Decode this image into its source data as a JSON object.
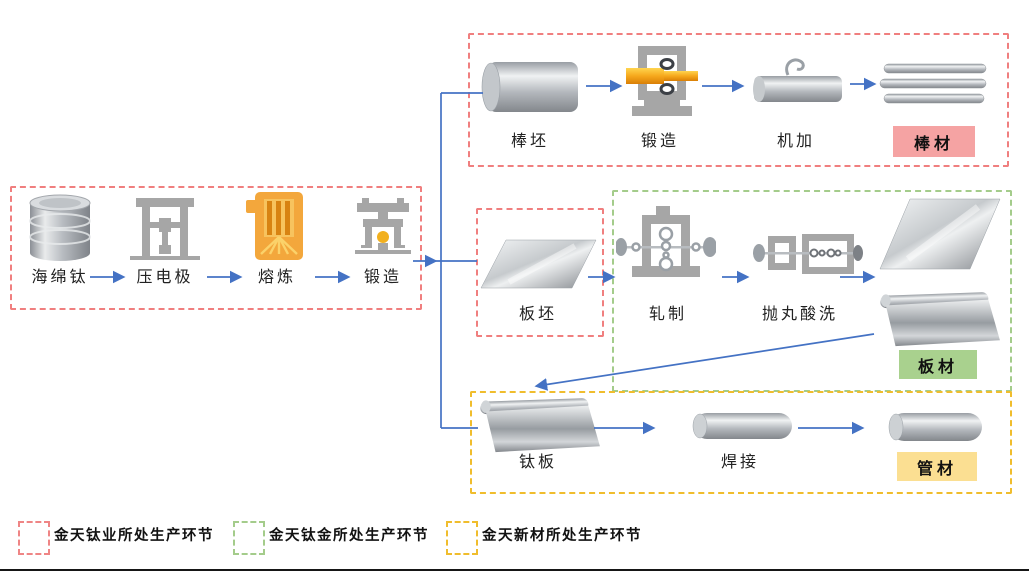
{
  "upstream": {
    "steps": [
      {
        "label": "海绵钛",
        "icon": "drum-icon"
      },
      {
        "label": "压电极",
        "icon": "electrode-press-icon"
      },
      {
        "label": "熔炼",
        "icon": "furnace-icon"
      },
      {
        "label": "锻造",
        "icon": "forging-press-icon"
      }
    ]
  },
  "bar_line": {
    "steps": [
      {
        "label": "棒坯",
        "icon": "bar-billet-icon"
      },
      {
        "label": "锻造",
        "icon": "bar-forging-machine-icon"
      },
      {
        "label": "机加",
        "icon": "machining-icon"
      }
    ],
    "product": "棒材"
  },
  "plate_line": {
    "billet": "板坯",
    "steps": [
      {
        "label": "轧制",
        "icon": "rolling-mill-icon"
      },
      {
        "label": "抛丸酸洗",
        "icon": "shot-blast-pickling-icon"
      }
    ],
    "product": "板材"
  },
  "tube_line": {
    "steps": [
      {
        "label": "钛板",
        "icon": "titanium-sheet-icon"
      },
      {
        "label": "焊接",
        "icon": "welded-tube-icon"
      }
    ],
    "product": "管材"
  },
  "legend": {
    "items": [
      {
        "label": "金天钛业所处生产环节",
        "color": "#ef8585"
      },
      {
        "label": "金天钛金所处生产环节",
        "color": "#a4cc8b"
      },
      {
        "label": "金天新材所处生产环节",
        "color": "#f0bd2d"
      }
    ]
  },
  "colors": {
    "red_dashed_box": "#f07f7f",
    "green_dashed_box": "#a4cc8b",
    "yellow_dashed_box": "#f0bd2d",
    "arrow_blue": "#4472c4",
    "bar_badge_bg": "#f5a3a3",
    "plate_badge_bg": "#a9d18e",
    "tube_badge_bg": "#fbdf92",
    "machine_gray": "#a6a6a6",
    "furnace_orange": "#f3a73c"
  }
}
